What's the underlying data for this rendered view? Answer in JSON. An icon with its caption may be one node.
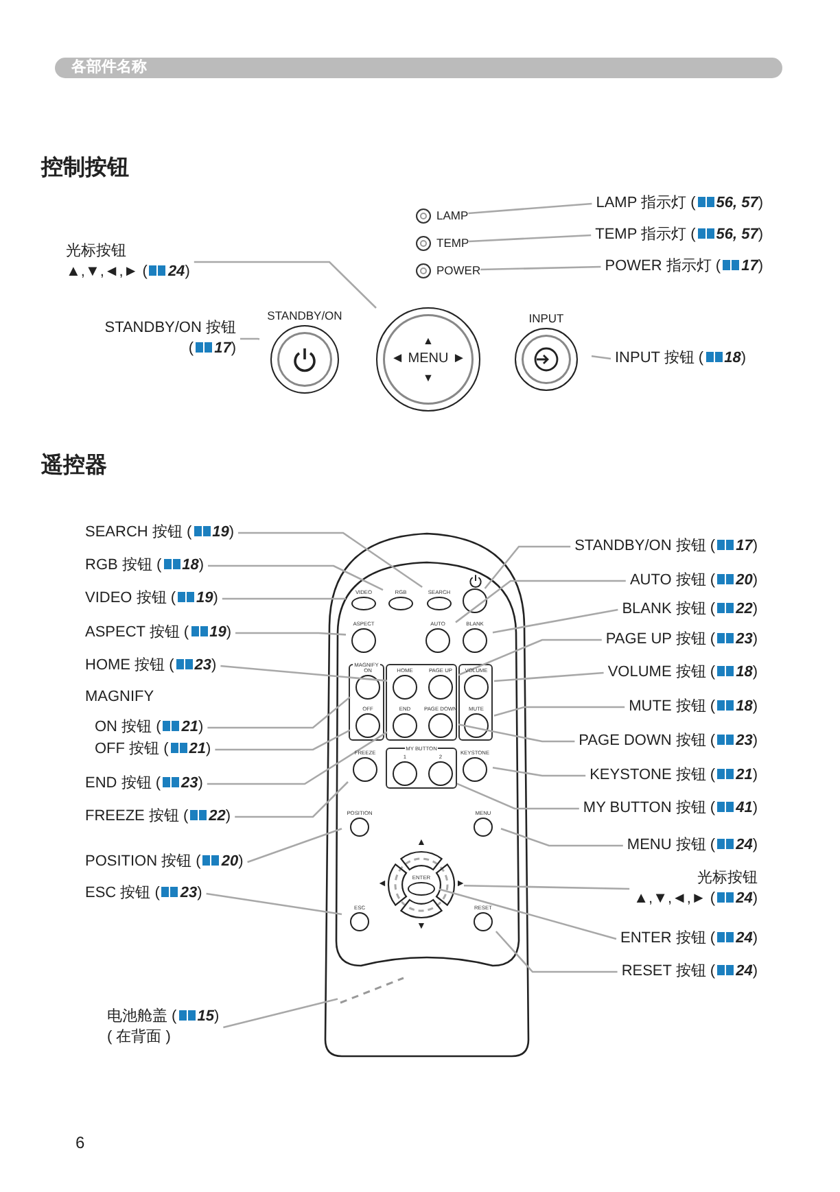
{
  "diagram": {
    "title": "各部件名称",
    "nodes": [
      {
        "text": [
          "光标按钮",
          "▲,▼,◄,► (**24**)"
        ]
      },
      {
        "text": [
          "STANDBY/ON 按钮 (**17**)"
        ]
      },
      {
        "text": [
          "LAMP 指示灯 (**56, 57**)"
        ]
      },
      {
        "text": [
          "TEMP 指示灯 (**56, 57**)"
        ]
      },
      {
        "text": [
          "POWER 指示灯 (**17**)"
        ]
      },
      {
        "text": [],
        "shape": "circle",
        "beside": [
          "LAMP"
        ]
      },
      {
        "text": [],
        "shape": "circle",
        "beside": [
          "TEMP"
        ]
      },
      {
        "text": [],
        "shape": "circle",
        "beside": [
          "POWER"
        ]
      },
      {
        "text": [],
        "shape": "circle",
        "beside": [
          "STANDBY/ON"
        ]
      },
      {
        "text": [
          "▲",
          "◄ MENU ►",
          "▼"
        ]
      },
      {
        "text": [],
        "shape": "circle",
        "beside": [
          "INPUT"
        ]
      },
      {
        "text": [
          "INPUT 按钮 (**18**)"
        ]
      },
      {
        "text": [
          "SEARCH 按钮 (**19**)"
        ]
      },
      {
        "text": [
          "RGB 按钮 (**18**)"
        ]
      },
      {
        "text": [
          "VIDEO 按钮 (**19**)"
        ]
      },
      {
        "text": [
          "ASPECT 按钮 (**19**)"
        ]
      },
      {
        "text": [
          "HOME 按钮 (**23**)"
        ]
      },
      {
        "text": [
          "ON 按钮 (**21**)"
        ]
      },
      {
        "text": [
          "OFF 按钮 (**21**)"
        ]
      },
      {
        "text": [
          "END 按钮 (**23**)"
        ]
      },
      {
        "text": [
          "FREEZE 按钮 (**22**)"
        ]
      },
      {
        "text": [
          "POSITION 按钮 (**20**)"
        ]
      },
      {
        "text": [
          "ESC 按钮 (**23**)"
        ]
      },
      {
        "text": [
          "电池舱盖 (**15**)",
          "( 在背面 )"
        ]
      },
      {
        "text": [
          "STANDBY/ON 按钮 (**17**)"
        ]
      },
      {
        "text": [
          "AUTO 按钮 (**20**)"
        ]
      },
      {
        "text": [
          "BLANK 按钮 (**22**)"
        ]
      },
      {
        "text": [
          "PAGE UP 按钮 (**23**)"
        ]
      },
      {
        "text": [
          "VOLUME 按钮 (**18**)"
        ]
      },
      {
        "text": [
          "MUTE 按钮 (**18**)"
        ]
      },
      {
        "text": [
          "PAGE DOWN 按钮 (**23**)"
        ]
      },
      {
        "text": [
          "KEYSTONE 按钮 (**21**)"
        ]
      },
      {
        "text": [
          "MY BUTTON 按钮 (**41**)"
        ]
      },
      {
        "text": [
          "MENU 按钮 (**24**)"
        ]
      },
      {
        "text": [
          "光标按钮",
          "▲,▼,◄,► (**24**)"
        ]
      },
      {
        "text": [
          "ENTER 按钮 (**24**)"
        ]
      },
      {
        "text": [
          "RESET 按钮 (**24**)"
        ]
      },
      {
        "text": [],
        "shape": "box"
      },
      {
        "text": [],
        "shape": "circle",
        "beside": [
          "VIDEO"
        ],
        "in": 37
      },
      {
        "text": [],
        "shape": "circle",
        "beside": [
          "RGB"
        ],
        "in": 37
      },
      {
        "text": [],
        "shape": "circle",
        "beside": [
          "SEARCH"
        ],
        "in": 37
      },
      {
        "text": [],
        "shape": "circle",
        "in": 37
      },
      {
        "text": [],
        "shape": "circle",
        "beside": [
          "ASPECT"
        ],
        "in": 37
      },
      {
        "text": [],
        "shape": "circle",
        "beside": [
          "AUTO"
        ],
        "in": 37
      },
      {
        "text": [],
        "shape": "circle",
        "beside": [
          "BLANK"
        ],
        "in": 37
      },
      {
        "text": [
          "MAGNIFY"
        ],
        "in": 37
      },
      {
        "text": [],
        "shape": "circle",
        "beside": [
          "ON"
        ],
        "in": 45
      },
      {
        "text": [],
        "shape": "circle",
        "beside": [
          "OFF"
        ],
        "in": 45
      },
      {
        "text": [],
        "shape": "box",
        "in": 37
      },
      {
        "text": [],
        "shape": "circle",
        "beside": [
          "HOME"
        ],
        "in": 48
      },
      {
        "text": [],
        "shape": "circle",
        "beside": [
          "PAGE UP"
        ],
        "in": 48
      },
      {
        "text": [],
        "shape": "circle",
        "beside": [
          "END"
        ],
        "in": 48
      },
      {
        "text": [],
        "shape": "circle",
        "beside": [
          "PAGE DOWN"
        ],
        "in": 48
      },
      {
        "text": [],
        "shape": "box",
        "in": 37
      },
      {
        "text": [],
        "shape": "circle",
        "beside": [
          "VOLUME"
        ],
        "in": 53
      },
      {
        "text": [],
        "shape": "circle",
        "beside": [
          "MUTE"
        ],
        "in": 53
      },
      {
        "text": [],
        "shape": "circle",
        "beside": [
          "FREEZE"
        ],
        "in": 37
      },
      {
        "text": [
          "MY BUTTON"
        ],
        "in": 37
      },
      {
        "text": [],
        "shape": "circle",
        "beside": [
          "1"
        ],
        "in": 57
      },
      {
        "text": [],
        "shape": "circle",
        "beside": [
          "2"
        ],
        "in": 57
      },
      {
        "text": [],
        "shape": "circle",
        "beside": [
          "KEYSTONE"
        ],
        "in": 37
      },
      {
        "text": [],
        "shape": "circle",
        "beside": [
          "POSITION"
        ],
        "in": 37
      },
      {
        "text": [],
        "shape": "circle",
        "beside": [
          "MENU"
        ],
        "in": 37
      },
      {
        "text": [],
        "shape": "circle",
        "beside": [
          "▲",
          "▼",
          "◄",
          "►"
        ],
        "in": 37
      },
      {
        "text": [],
        "shape": "circle",
        "beside": [
          "ENTER"
        ],
        "in": 63
      },
      {
        "text": [],
        "shape": "circle",
        "beside": [
          "ESC"
        ],
        "in": 37
      },
      {
        "text": [],
        "shape": "circle",
        "beside": [
          "RESET"
        ],
        "in": 37
      },
      {
        "text": [],
        "shape": "line",
        "in": 37
      }
    ],
    "edges": [
      {
        "from": 0,
        "to": 9,
        "arrow": "none"
      },
      {
        "from": 1,
        "to": 8,
        "arrow": "none"
      },
      {
        "from": 2,
        "to": 5,
        "arrow": "none"
      },
      {
        "from": 3,
        "to": 6,
        "arrow": "none"
      },
      {
        "from": 4,
        "to": 7,
        "arrow": "none"
      },
      {
        "from": 11,
        "to": 10,
        "arrow": "none"
      },
      {
        "from": 12,
        "to": 40,
        "arrow": "none"
      },
      {
        "from": 13,
        "to": 39,
        "arrow": "none"
      },
      {
        "from": 14,
        "to": 38,
        "arrow": "none"
      },
      {
        "from": 15,
        "to": 42,
        "arrow": "none"
      },
      {
        "from": 16,
        "to": 49,
        "arrow": "none"
      },
      {
        "from": 17,
        "to": 46,
        "arrow": "none"
      },
      {
        "from": 18,
        "to": 47,
        "arrow": "none"
      },
      {
        "from": 19,
        "to": 51,
        "arrow": "none"
      },
      {
        "from": 20,
        "to": 56,
        "arrow": "none"
      },
      {
        "from": 21,
        "to": 61,
        "arrow": "none"
      },
      {
        "from": 22,
        "to": 65,
        "arrow": "none"
      },
      {
        "from": 23,
        "to": 67,
        "arrow": "none"
      },
      {
        "from": 24,
        "to": 41,
        "arrow": "none"
      },
      {
        "from": 25,
        "to": 43,
        "arrow": "none"
      },
      {
        "from": 26,
        "to": 44,
        "arrow": "none"
      },
      {
        "from": 27,
        "to": 50,
        "arrow": "none"
      },
      {
        "from": 28,
        "to": 54,
        "arrow": "none"
      },
      {
        "from": 29,
        "to": 55,
        "arrow": "none"
      },
      {
        "from": 30,
        "to": 52,
        "arrow": "none"
      },
      {
        "from": 31,
        "to": 60,
        "arrow": "none"
      },
      {
        "from": 32,
        "to": 57,
        "arrow": "none"
      },
      {
        "from": 33,
        "to": 62,
        "arrow": "none"
      },
      {
        "from": 34,
        "to": 63,
        "arrow": "none"
      },
      {
        "from": 35,
        "to": 64,
        "arrow": "none"
      },
      {
        "from": 36,
        "to": 66,
        "arrow": "none"
      }
    ],
    "labels": [
      "控制按钮",
      "遥控器",
      "MAGNIFY",
      "6"
    ]
  }
}
